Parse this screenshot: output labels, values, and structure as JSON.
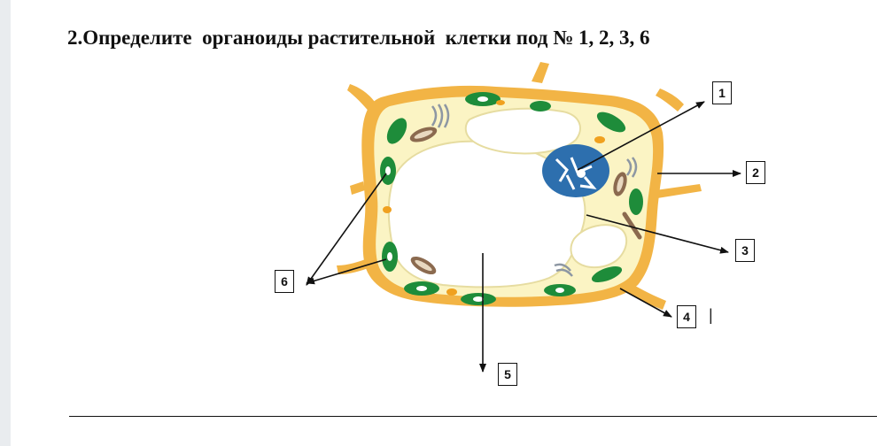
{
  "heading": "2.Определите  органоиды растительной  клетки под № 1, 2, 3, 6",
  "labels": {
    "l1": "1",
    "l2": "2",
    "l3": "3",
    "l4": "4",
    "l5": "5",
    "l6": "6"
  },
  "cursor_mark": "|",
  "colors": {
    "cell_wall": "#f2b445",
    "cytoplasm": "#fbf4c4",
    "vacuole": "#ffffff",
    "chloroplast": "#1e8c3a",
    "nucleus": "#2d6fae",
    "mitochondrion": "#8b6a4f",
    "arrow": "#111111"
  }
}
